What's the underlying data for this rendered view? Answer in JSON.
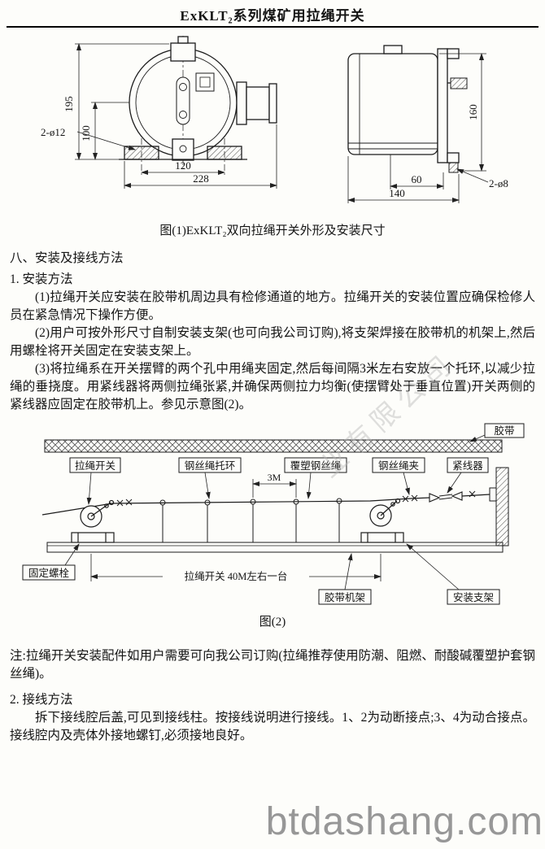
{
  "header": {
    "title": "ExKLT₂系列煤矿用拉绳开关"
  },
  "figure1": {
    "caption": "图(1)ExKLT₂双向拉绳开关外形及安装尺寸",
    "dims": {
      "height_total": "195",
      "height_mount": "100",
      "holes_front": "2-ø12",
      "width_feet": "120",
      "width_total": "228",
      "height_side": "160",
      "width_bracket": "60",
      "holes_side": "2-ø8",
      "width_side": "140"
    }
  },
  "install": {
    "heading": "八、安装及接线方法",
    "sub1": "1. 安装方法",
    "p1": "(1)拉绳开关应安装在胶带机周边具有检修通道的地方。拉绳开关的安装位置应确保检修人员在紧急情况下操作方便。",
    "p2": "(2)用户可按外形尺寸自制安装支架(也可向我公司订购),将支架焊接在胶带机的机架上,然后用螺栓将开关固定在安装支架上。",
    "p3": "(3)将拉绳系在开关摆臂的两个孔中用绳夹固定,然后每间隔3米左右安放一个托环,以减少拉绳的垂挠度。用紧线器将两侧拉绳张紧,并确保两侧拉力均衡(使摆臂处于垂直位置)开关两侧的紧线器应固定在胶带机上。参见示意图(2)。",
    "note": "注:拉绳开关安装配件如用户需要可向我公司订购(拉绳推荐使用防潮、阻燃、耐酸碱覆塑护套钢丝绳)。",
    "sub2": "2. 接线方法",
    "p4": "拆下接线腔后盖,可见到接线柱。按接线说明进行接线。1、2为动断接点;3、4为动合接点。接线腔内及壳体外接地螺钉,必须接地良好。"
  },
  "figure2": {
    "caption": "图(2)",
    "labels": {
      "belt": "胶带",
      "switch": "拉绳开关",
      "ring": "钢丝绳托环",
      "rope": "覆塑钢丝绳",
      "dim3m": "3M",
      "clamp": "钢丝绳夹",
      "tensioner": "紧线器",
      "bolt": "固定螺栓",
      "spacing": "拉绳开关 40M左右一台",
      "frame": "胶带机架",
      "bracket": "安装支架"
    }
  },
  "watermarks": {
    "site": "btdashang.com",
    "diagonal": "业有限公司"
  }
}
